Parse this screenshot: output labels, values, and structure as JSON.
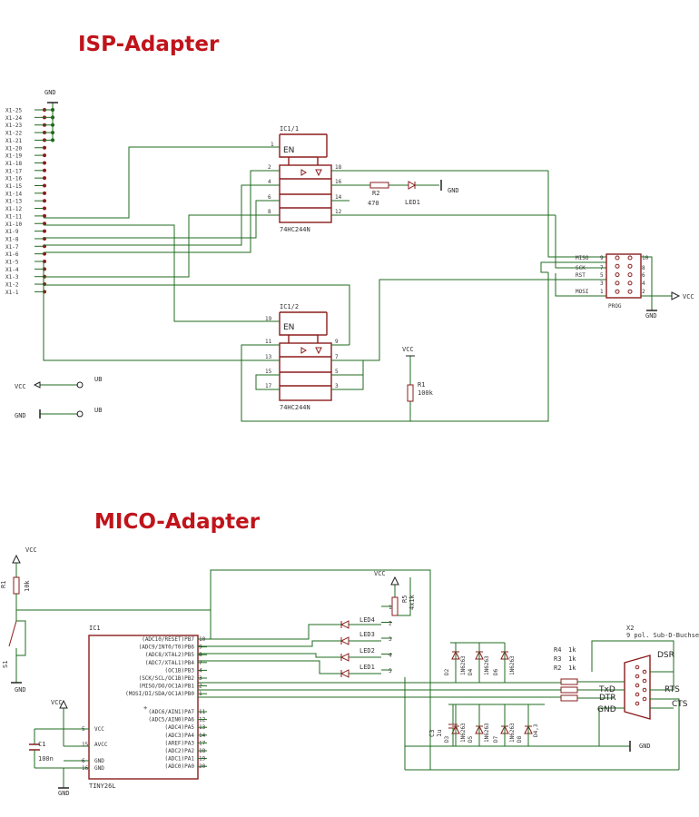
{
  "titles": {
    "isp": "ISP-Adapter",
    "mico": "MICO-Adapter"
  },
  "isp": {
    "gnd_top": "GND",
    "x1_pins": [
      "X1-25",
      "X1-24",
      "X1-23",
      "X1-22",
      "X1-21",
      "X1-20",
      "X1-19",
      "X1-18",
      "X1-17",
      "X1-16",
      "X1-15",
      "X1-14",
      "X1-13",
      "X1-12",
      "X1-11",
      "X1-10",
      "X1-9",
      "X1-8",
      "X1-7",
      "X1-6",
      "X1-5",
      "X1-4",
      "X1-3",
      "X1-2",
      "X1-1"
    ],
    "ic1": {
      "name": "IC1/1",
      "en": "EN",
      "part": "74HC244N",
      "en_pin": "1",
      "left_pins": [
        "2",
        "4",
        "6",
        "8"
      ],
      "right_pins": [
        "18",
        "16",
        "14",
        "12"
      ]
    },
    "ic2": {
      "name": "IC1/2",
      "en": "EN",
      "part": "74HC244N",
      "en_pin": "19",
      "left_pins": [
        "11",
        "13",
        "15",
        "17"
      ],
      "right_pins": [
        "9",
        "7",
        "5",
        "3"
      ]
    },
    "r2": {
      "name": "R2",
      "value": "470"
    },
    "led1": "LED1",
    "gnd_led": "GND",
    "r1": {
      "name": "R1",
      "value": "100k"
    },
    "vcc_r1": "VCC",
    "prog": {
      "name": "PROG",
      "signals": [
        "MISO",
        "SCK",
        "RST",
        "MOSI"
      ],
      "pin_left": [
        "9",
        "7",
        "5",
        "3",
        "1"
      ],
      "pin_right": [
        "10",
        "8",
        "6",
        "4",
        "2"
      ],
      "vcc": "VCC",
      "gnd": "GND"
    },
    "vcc_label": "VCC",
    "ub1": "UB",
    "gnd_label": "GND",
    "ub2": "UB"
  },
  "mico": {
    "vcc_top": "VCC",
    "r1": {
      "name": "R1",
      "value": "10k"
    },
    "s1": "S1",
    "gnd_s1": "GND",
    "ic1": {
      "name": "IC1",
      "part": "TINY26L",
      "pins_right": [
        "(ADC10/RESET)PB7",
        "(ADC9/INT0/T0)PB6",
        "(ADC8/XTAL2)PB5",
        "(ADC7/XTAL1)PB4",
        "(OC1B)PB3",
        "(SCK/SCL/OC1B)PB2",
        "(MISO/DO/OC1A)PB1",
        "(MOSI/DI/SDA/OC1A)PB0",
        "(ADC6/AIN1)PA7",
        "(ADC5/AIN0)PA6",
        "(ADC4)PA5",
        "(ADC3)PA4",
        "(AREF)PA3",
        "(ADC2)PA2",
        "(ADC1)PA1",
        "(ADC0)PA0"
      ],
      "pin_numbers_right": [
        "10",
        "9",
        "8",
        "7",
        "4",
        "3",
        "2",
        "1",
        "11",
        "12",
        "13",
        "14",
        "17",
        "18",
        "19",
        "20"
      ],
      "pins_left": [
        "VCC",
        "AVCC",
        "GND",
        "GND"
      ],
      "pin_numbers_left": [
        "5",
        "15",
        "6",
        "16"
      ],
      "plus": "+"
    },
    "c1": {
      "name": "C1",
      "value": "100n"
    },
    "vcc_c1": "VCC",
    "gnd_c1": "GND",
    "vcc_rn": "VCC",
    "rn": {
      "name": "R5",
      "value": "4x1k"
    },
    "rn_pins": [
      "1",
      "2",
      "3",
      "4",
      "5"
    ],
    "leds": [
      "LED4",
      "LED3",
      "LED2",
      "LED1"
    ],
    "diodes_top": [
      "D2",
      "D4",
      "D6"
    ],
    "diodes_bottom": [
      "D3",
      "D5",
      "D7",
      "D8"
    ],
    "diode_part": "1N6263",
    "zener": "D4,3",
    "c3": {
      "name": "C3",
      "value": "1u"
    },
    "resistors": [
      {
        "name": "R4",
        "value": "1k"
      },
      {
        "name": "R3",
        "value": "1k"
      },
      {
        "name": "R2",
        "value": "1k"
      }
    ],
    "x2": {
      "name": "X2",
      "desc": "9 pol. Sub-D-Buchse"
    },
    "sig": {
      "dsr": "DSR",
      "txd": "TxD",
      "dtr": "DTR",
      "rts": "RTS",
      "gnd": "GND",
      "cts": "CTS"
    },
    "gnd_right": "GND"
  }
}
